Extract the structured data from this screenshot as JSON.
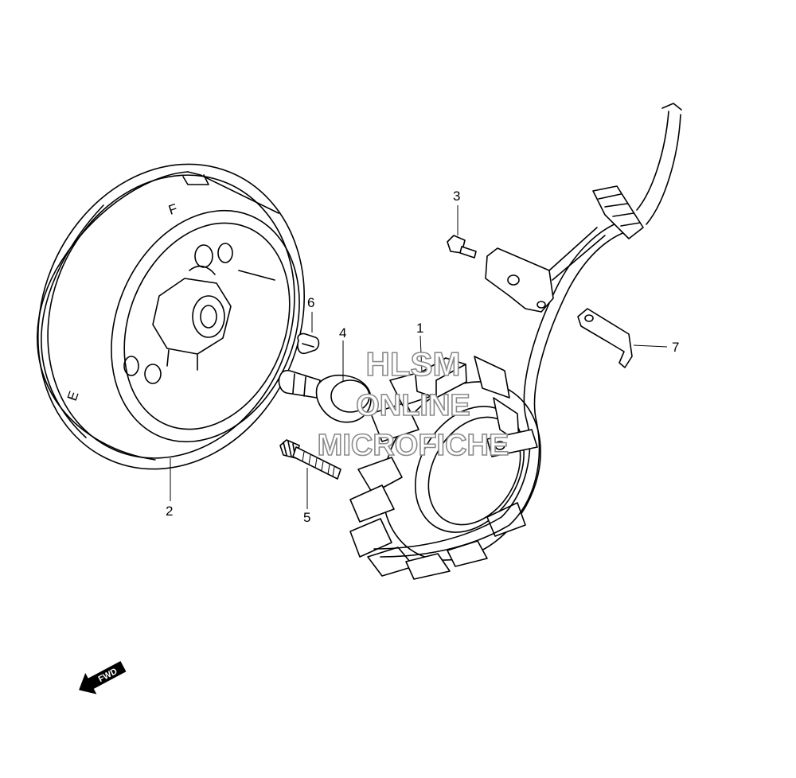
{
  "callouts": {
    "p1": "1",
    "p2": "2",
    "p3": "3",
    "p4": "4",
    "p5": "5",
    "p6": "6",
    "p7": "7"
  },
  "watermark": {
    "line1": "HLSM",
    "line2": "ONLINE",
    "line3": "MICROFICHE"
  },
  "direction_arrow": {
    "label": "FWD"
  },
  "rotor_marks": {
    "top": "F",
    "side": "E"
  },
  "colors": {
    "line": "#000000",
    "watermark_outline": "#8a8a8a",
    "background": "#ffffff"
  }
}
